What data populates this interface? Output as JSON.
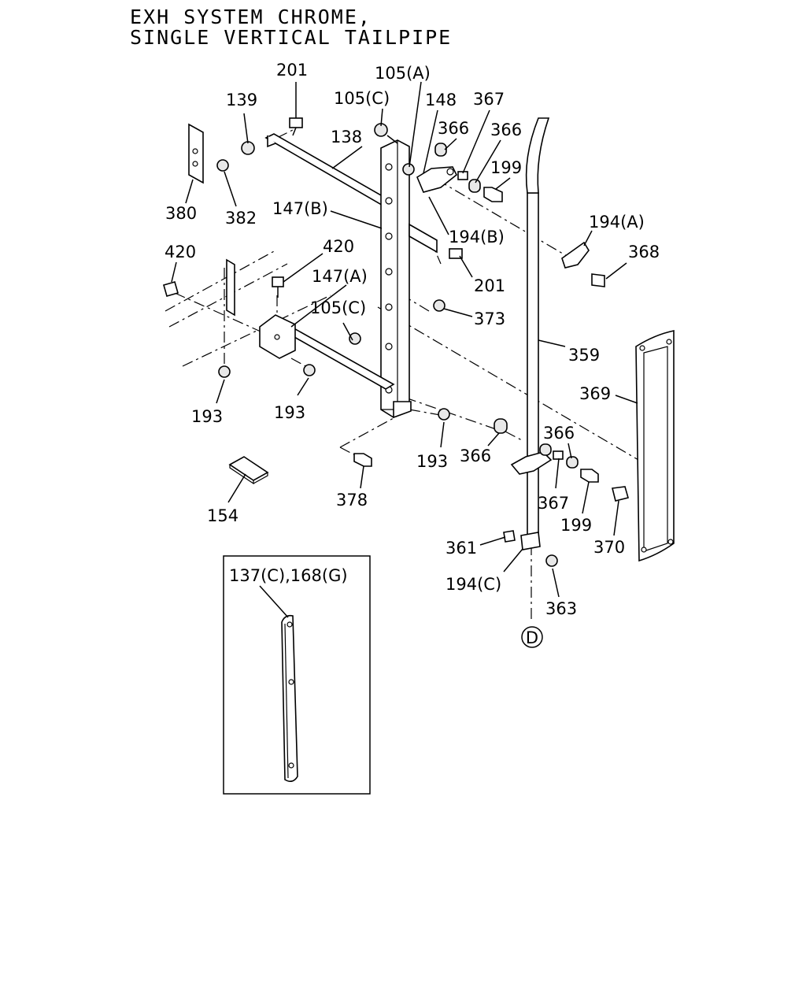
{
  "title": {
    "line1": "EXH SYSTEM CHROME,",
    "line2": "SINGLE VERTICAL TAILPIPE"
  },
  "callouts": [
    "201",
    "139",
    "105(C)",
    "105(A)",
    "148",
    "367",
    "366",
    "366",
    "138",
    "199",
    "380",
    "382",
    "147(B)",
    "194(B)",
    "194(A)",
    "420",
    "420",
    "368",
    "147(A)",
    "201",
    "105(C)",
    "373",
    "359",
    "369",
    "193",
    "193",
    "193",
    "366",
    "366",
    "367",
    "199",
    "378",
    "154",
    "361",
    "370",
    "194(C)",
    "363",
    "137(C),168(G)"
  ],
  "connector_label": "D"
}
